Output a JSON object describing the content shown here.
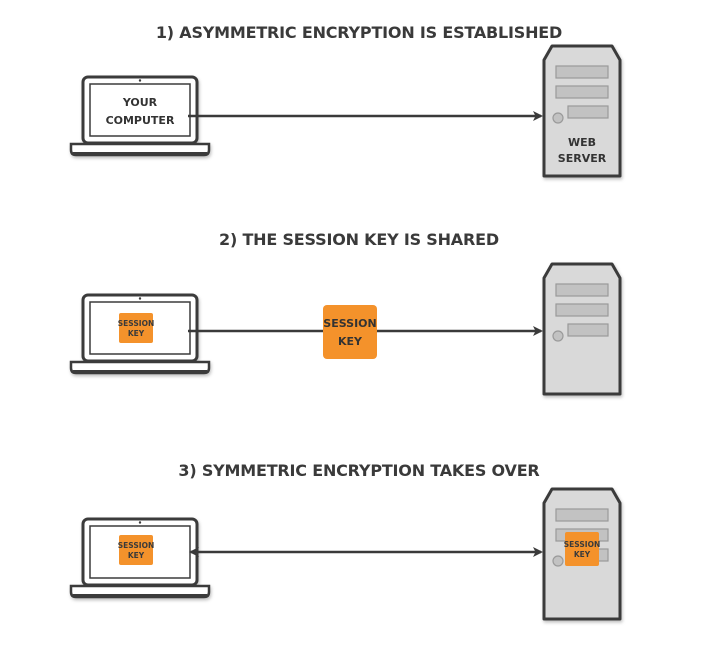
{
  "colors": {
    "ink": "#3a3a3a",
    "key_orange": "#f4922b",
    "server_body": "#d9d9d9",
    "laptop_base": "#4a4a4a"
  },
  "step1": {
    "title": "1) ASYMMETRIC ENCRYPTION IS ESTABLISHED",
    "computer_line1": "YOUR",
    "computer_line2": "COMPUTER",
    "server_line1": "WEB",
    "server_line2": "SERVER"
  },
  "step2": {
    "title": "2) THE SESSION KEY IS SHARED",
    "laptop_key_line1": "SESSION",
    "laptop_key_line2": "KEY",
    "transit_key_line1": "SESSION",
    "transit_key_line2": "KEY"
  },
  "step3": {
    "title": "3) SYMMETRIC ENCRYPTION TAKES OVER",
    "laptop_key_line1": "SESSION",
    "laptop_key_line2": "KEY",
    "server_key_line1": "SESSION",
    "server_key_line2": "KEY"
  },
  "icons": [
    "laptop-icon",
    "server-tower-icon",
    "session-key-badge",
    "arrow-right",
    "arrow-bidirectional"
  ]
}
